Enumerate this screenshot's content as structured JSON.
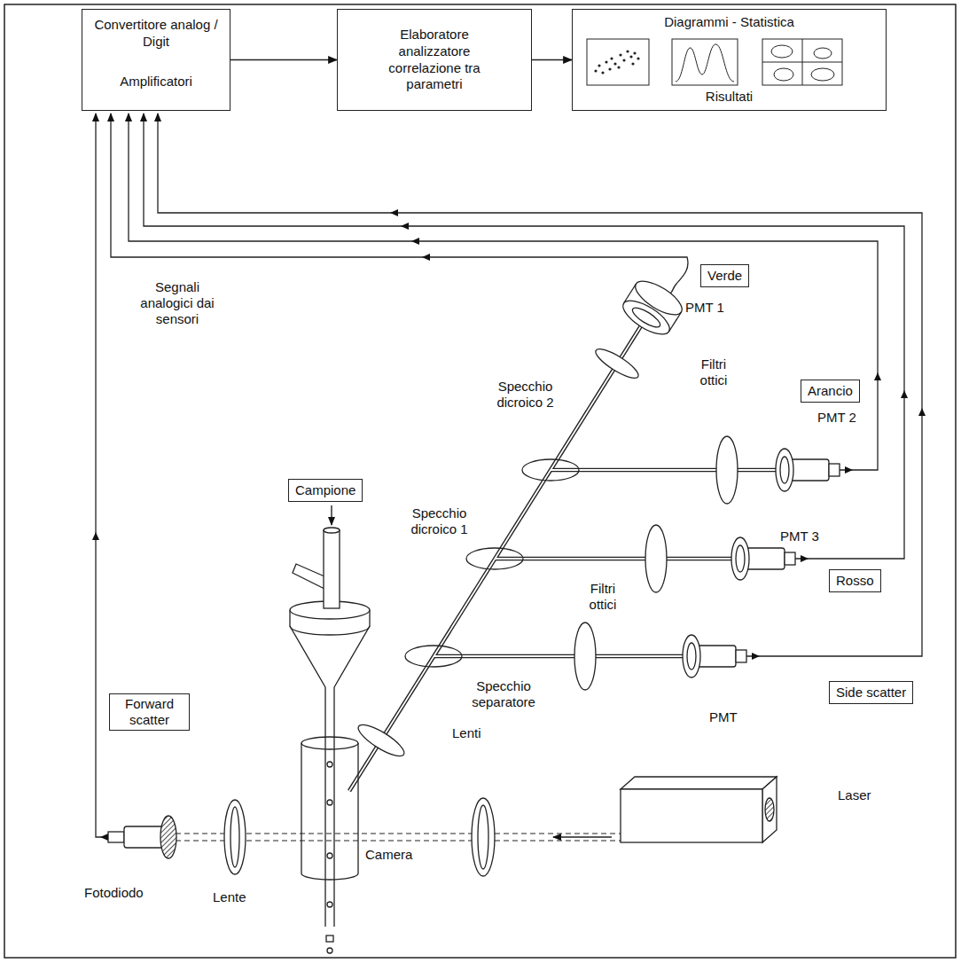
{
  "diagram": {
    "nodes": [
      {
        "text": [
          "Convertitore analog / Digit",
          "Amplificatori"
        ]
      },
      {
        "text": [
          "Elaboratore analizzatore correlazione tra parametri"
        ]
      },
      {
        "text": [
          "Diagrammi - Statistica",
          "Risultati"
        ]
      },
      {
        "text": [
          "Verde"
        ]
      },
      {
        "text": [
          "Arancio"
        ]
      },
      {
        "text": [
          "Campione"
        ]
      },
      {
        "text": [
          "Rosso"
        ]
      },
      {
        "text": [
          "Side scatter"
        ]
      },
      {
        "text": [
          "Forward scatter"
        ]
      }
    ],
    "edges": [
      {
        "from": 0,
        "to": 1,
        "arrow": "to"
      },
      {
        "from": 1,
        "to": 2,
        "arrow": "to"
      }
    ],
    "labels": [
      "Segnali analogici dai sensori",
      "PMT 1",
      "Filtri ottici",
      "Specchio dicroico 2",
      "PMT 2",
      "Specchio dicroico 1",
      "PMT 3",
      "Filtri ottici",
      "Specchio separatore",
      "PMT",
      "Lenti",
      "Laser",
      "Camera",
      "Fotodiodo",
      "Lente"
    ]
  }
}
